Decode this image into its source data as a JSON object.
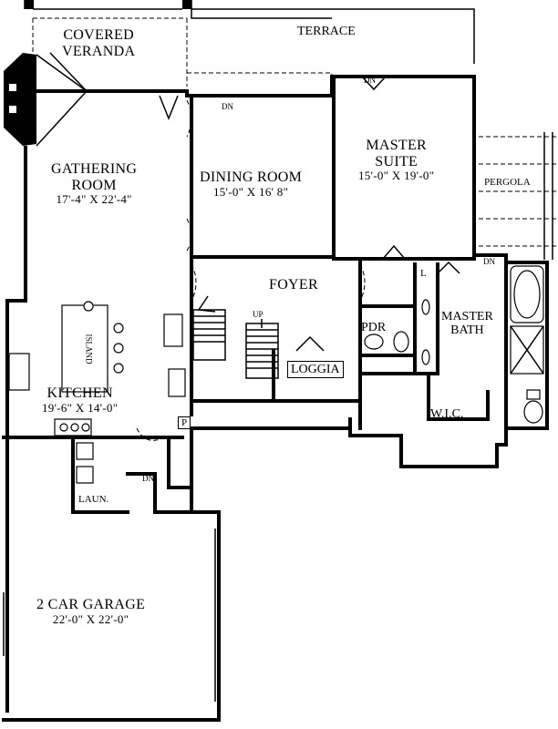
{
  "rooms": {
    "covered_veranda": {
      "line1": "COVERED",
      "line2": "VERANDA"
    },
    "terrace": "TERRACE",
    "gathering_room": {
      "line1": "GATHERING",
      "line2": "ROOM",
      "dims": "17'-4\" X 22'-4\""
    },
    "dining_room": {
      "name": "DINING ROOM",
      "dims": "15'-0\" X 16' 8\""
    },
    "master_suite": {
      "line1": "MASTER",
      "line2": "SUITE",
      "dims": "15'-0\" X 19'-0\""
    },
    "pergola": "PERGOLA",
    "foyer": "FOYER",
    "pdr": "PDR",
    "master_bath": {
      "line1": "MASTER",
      "line2": "BATH"
    },
    "loggia": "LOGGIA",
    "wic": "W.I.C.",
    "kitchen": {
      "name": "KITCHEN",
      "dims": "19'-6\" X 14'-0\""
    },
    "island": "ISLAND",
    "pantry": "P",
    "linen": "L",
    "laundry": "LAUN.",
    "garage": {
      "name": "2 CAR GARAGE",
      "dims": "22'-0\" X 22'-0\""
    }
  },
  "stairs": {
    "up": "UP"
  },
  "steps": {
    "down": "DN"
  }
}
